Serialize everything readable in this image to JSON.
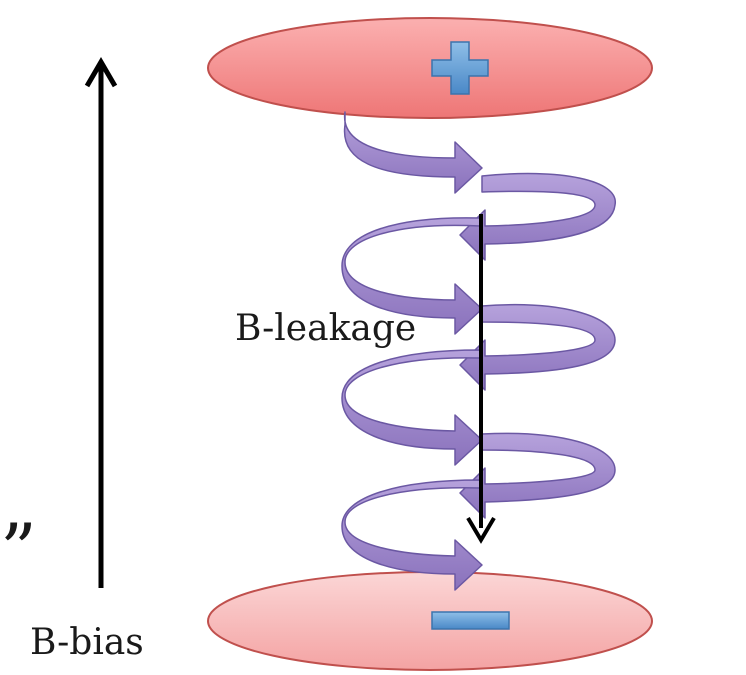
{
  "labels": {
    "leakage": "B-leakage",
    "bias": "B-bias",
    "quote_mark": "”"
  },
  "colors": {
    "plate_top_fill": "#f48a8a",
    "plate_top_stroke": "#c0504d",
    "plate_bottom_fill": "#f7b9b9",
    "plate_bottom_stroke": "#c0504d",
    "sign_fill": "#5b9bd5",
    "helix_fill": "#9b84c8",
    "helix_stroke": "#5e4a93",
    "arrow": "#000000"
  },
  "signs": {
    "top": "plus-sign",
    "bottom": "minus-sign"
  }
}
